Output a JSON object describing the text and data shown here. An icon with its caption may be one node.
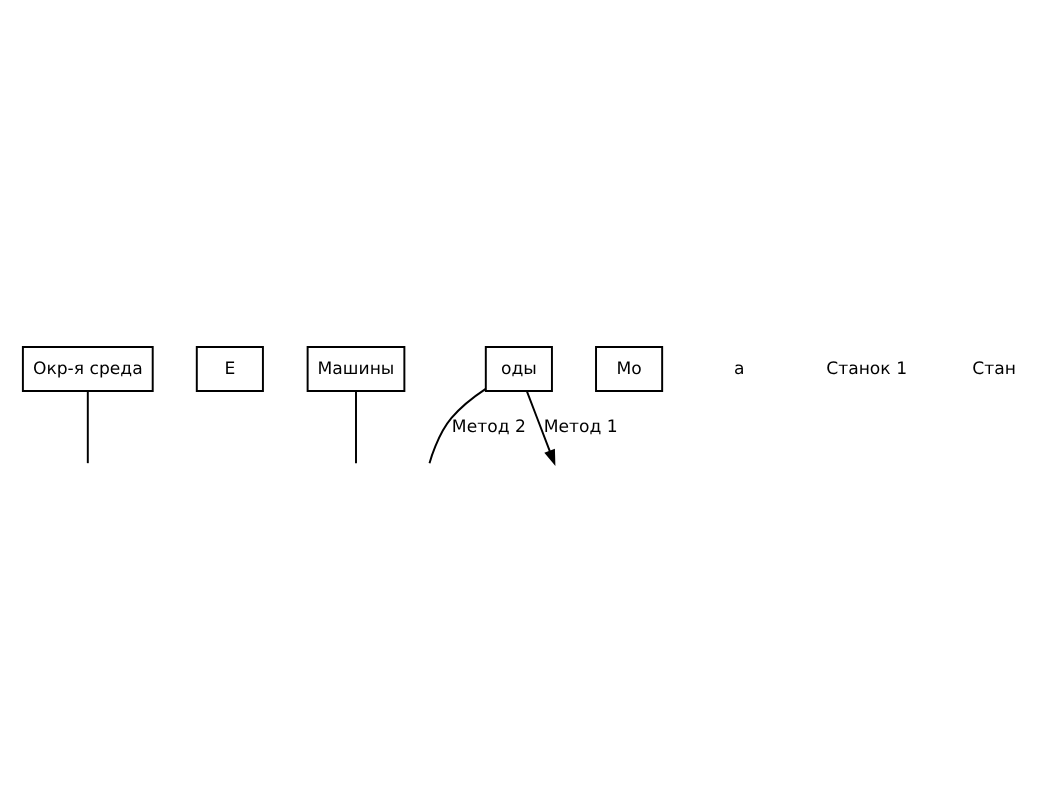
{
  "diagram": {
    "nodes": [
      {
        "text": [
          "Окр-я среда"
        ]
      },
      {
        "text": [
          "Е"
        ]
      },
      {
        "text": [
          "Машины"
        ]
      },
      {
        "text": [
          "оды"
        ]
      },
      {
        "text": [
          "Мо"
        ]
      }
    ],
    "edges": [
      {
        "from": 0,
        "to": null,
        "arrow": "none"
      },
      {
        "from": 2,
        "to": null,
        "arrow": "none"
      },
      {
        "from": 3,
        "to": null,
        "arrow": "none",
        "label": "Метод 2"
      },
      {
        "from": 3,
        "to": null,
        "arrow": "to",
        "label": "Метод 1"
      }
    ],
    "labels": [
      "а",
      "Станок 1",
      "Стан"
    ]
  }
}
